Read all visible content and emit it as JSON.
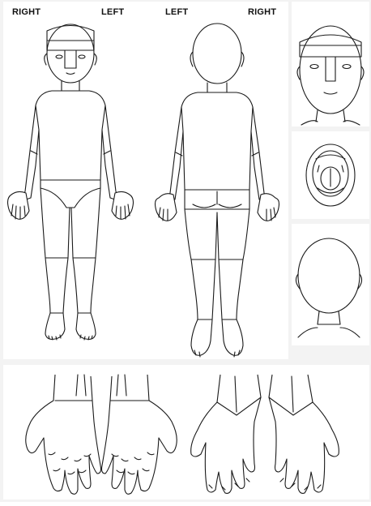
{
  "labels": {
    "front_right": "RIGHT",
    "front_left": "LEFT",
    "back_left": "LEFT",
    "back_right": "RIGHT"
  },
  "views": [
    "front-body",
    "back-body",
    "face-front",
    "mouth-open",
    "head-back",
    "palm-right",
    "palm-left",
    "back-of-hand-left",
    "back-of-hand-right"
  ],
  "colors": {
    "line": "#1a1a1a",
    "background": "#ffffff",
    "panel": "#f3f3f3"
  }
}
